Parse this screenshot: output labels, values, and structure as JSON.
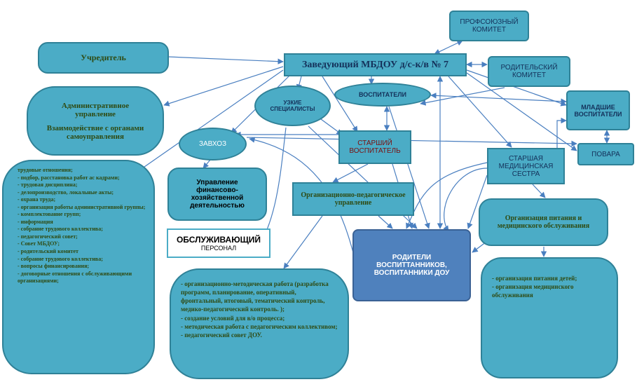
{
  "nodes": {
    "uchreditel": "Учредитель",
    "zaveduyushchiy": "Заведующий  МБДОУ д/с-к/в № 7",
    "profsoyuz_line1": "ПРОФСОЮЗНЫЙ",
    "profsoyuz_line2": "КОМИТЕТ",
    "roditelsky_line1": "РОДИТЕЛЬСКИЙ",
    "roditelsky_line2": "КОМИТЕТ",
    "admin_title": "Административное управление",
    "admin_sub": "Взаимодействие с органами самоуправления",
    "uzkie": "УЗКИЕ СПЕЦИАЛИСТЫ",
    "vospitateli": "ВОСПИТАТЕЛИ",
    "mladshie": "МЛАДШИЕ ВОСПИТАТЕЛИ",
    "zavhoz": "ЗАВХОЗ",
    "starshiy_vospitatel": "СТАРШИЙ ВОСПИТАТЕЛЬ",
    "povara": "ПОВАРА",
    "starshaya_sestra": "СТАРШАЯ МЕДИЦИНСКАЯ СЕСТРА",
    "finance": "Управление финансово-хозяйственной деятельностью",
    "org_ped": "Организационно-педагогическое управление",
    "org_pitanie": "Организация питания и медицинского обслуживания",
    "obsluzh_title": "ОБСЛУЖИВАЮЩИЙ",
    "obsluzh_sub": "ПЕРСОНАЛ",
    "roditeli": "РОДИТЕЛИ ВОСПИТТАННИКОВ, ВОСПИТАННИКИ ДОУ"
  },
  "left_list": [
    "трудовые отношения;",
    "- подбор, расстановка работ ас кадрами;",
    "- трудовая дисциплина;",
    "- делопроизводство, локальные акты;",
    "- охрана труда;",
    "- организация работы административной группы;",
    "- комплектование групп;",
    "- информация",
    "- собрание трудового коллектива;",
    "- педагогический совет;",
    "- Совет МБДОУ;",
    "- родительский комитет",
    "- собрание трудового коллектива;",
    "- вопросы финансирования;",
    "- договорные отношения с обслуживающими организациями;"
  ],
  "center_list": [
    "- организационно-методическая работа (разработка программ, планирование, оперативный, фронтальный, итоговый, тематический контроль, медико-педагогический контроль. );",
    "- создание условий для в/о процесса;",
    "- методическая работа с педагогическим коллективом;",
    "- педагогический совет ДОУ."
  ],
  "right_list": [
    "- организация питания детей;",
    "- организация медицинского обслуживания"
  ],
  "colors": {
    "node_fill": "#4bacc6",
    "node_border": "#2f8197",
    "parents_fill": "#4f81bd",
    "connector": "#4a7fc0"
  }
}
